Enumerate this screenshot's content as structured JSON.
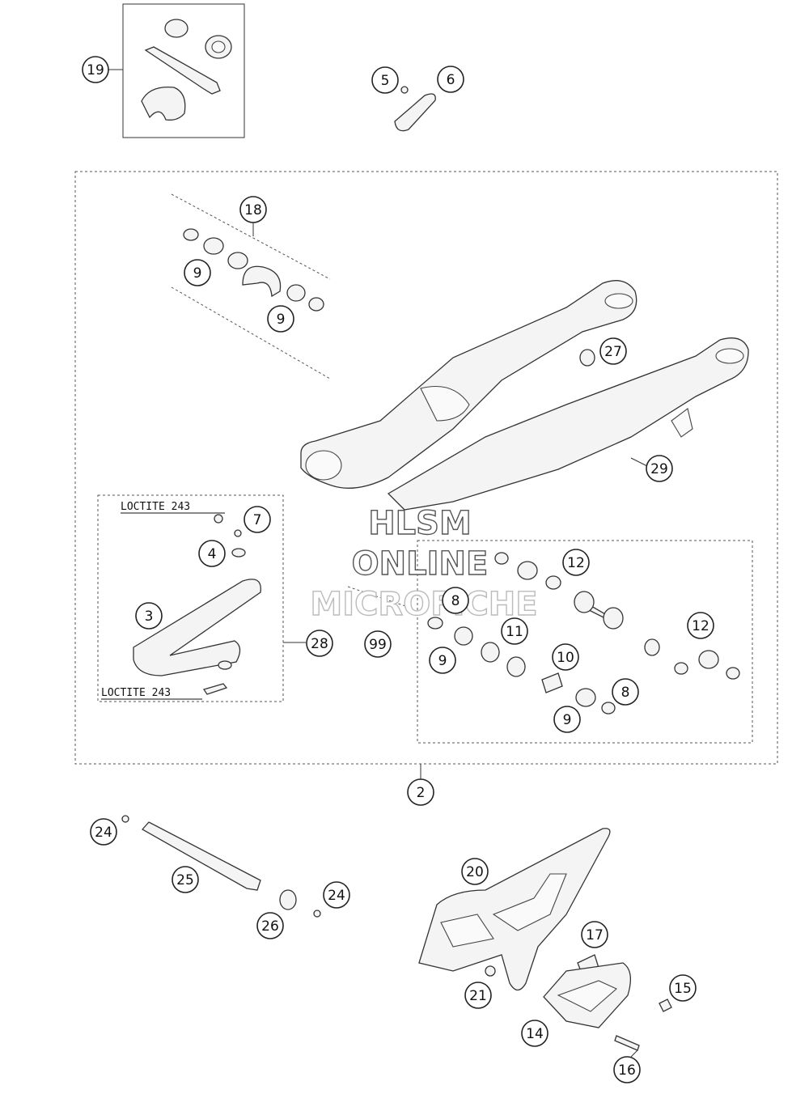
{
  "diagram": {
    "callouts": [
      {
        "id": "c19",
        "label": "19"
      },
      {
        "id": "c5",
        "label": "5"
      },
      {
        "id": "c6",
        "label": "6"
      },
      {
        "id": "c18",
        "label": "18"
      },
      {
        "id": "c9a",
        "label": "9"
      },
      {
        "id": "c9b",
        "label": "9"
      },
      {
        "id": "c27",
        "label": "27"
      },
      {
        "id": "c29",
        "label": "29"
      },
      {
        "id": "c7",
        "label": "7"
      },
      {
        "id": "c4",
        "label": "4"
      },
      {
        "id": "c3",
        "label": "3"
      },
      {
        "id": "c28",
        "label": "28"
      },
      {
        "id": "c99",
        "label": "99"
      },
      {
        "id": "c12a",
        "label": "12"
      },
      {
        "id": "c8a",
        "label": "8"
      },
      {
        "id": "c11",
        "label": "11"
      },
      {
        "id": "c12b",
        "label": "12"
      },
      {
        "id": "c9c",
        "label": "9"
      },
      {
        "id": "c10",
        "label": "10"
      },
      {
        "id": "c8b",
        "label": "8"
      },
      {
        "id": "c9d",
        "label": "9"
      },
      {
        "id": "c2",
        "label": "2"
      },
      {
        "id": "c24a",
        "label": "24"
      },
      {
        "id": "c25",
        "label": "25"
      },
      {
        "id": "c24b",
        "label": "24"
      },
      {
        "id": "c26",
        "label": "26"
      },
      {
        "id": "c20",
        "label": "20"
      },
      {
        "id": "c17",
        "label": "17"
      },
      {
        "id": "c21",
        "label": "21"
      },
      {
        "id": "c15",
        "label": "15"
      },
      {
        "id": "c14",
        "label": "14"
      },
      {
        "id": "c16",
        "label": "16"
      }
    ],
    "notes": {
      "loctite_top": "LOCTITE 243",
      "loctite_bottom": "LOCTITE 243"
    },
    "watermark": {
      "line1": "HLSM",
      "line2": "ONLINE",
      "line3": "MICROFICHE"
    }
  }
}
